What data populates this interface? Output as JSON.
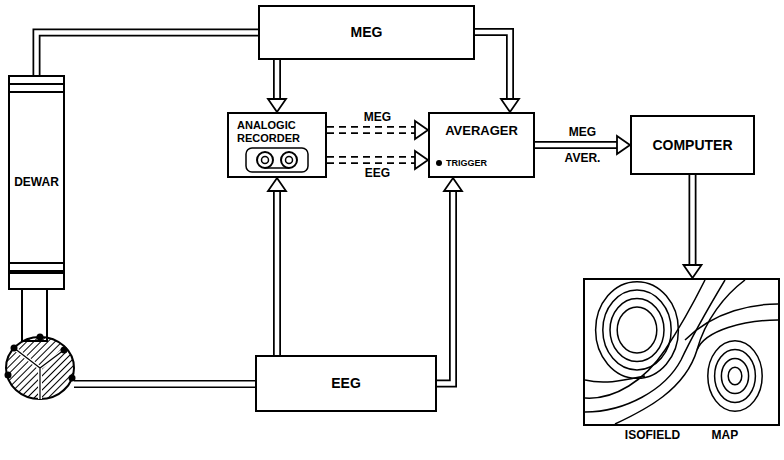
{
  "diagram": {
    "nodes": [
      {
        "text": [
          "MEG"
        ]
      },
      {
        "text": [
          "DEWAR"
        ]
      },
      {
        "text": [
          "ANALOGIC RECORDER"
        ]
      },
      {
        "text": [
          "AVERAGER",
          "TRIGGER"
        ]
      },
      {
        "text": [
          "COMPUTER"
        ]
      },
      {
        "text": [
          "EEG"
        ]
      },
      {
        "text": [
          "ISOFIELD MAP"
        ]
      }
    ],
    "edges": [
      {
        "from": 1,
        "to": 0,
        "arrow": "none"
      },
      {
        "from": 0,
        "to": 3,
        "arrow": "to"
      },
      {
        "from": 0,
        "to": 2,
        "arrow": "to"
      },
      {
        "from": 2,
        "to": 3,
        "arrow": "to",
        "label": "MEG"
      },
      {
        "from": 2,
        "to": 3,
        "arrow": "to",
        "label": "EEG"
      },
      {
        "from": 5,
        "to": 2,
        "arrow": "to"
      },
      {
        "from": 5,
        "to": 3,
        "arrow": "to"
      },
      {
        "from": 3,
        "to": 4,
        "arrow": "to",
        "label": "MEG AVER."
      },
      {
        "from": 4,
        "to": 6,
        "arrow": "to"
      }
    ]
  }
}
